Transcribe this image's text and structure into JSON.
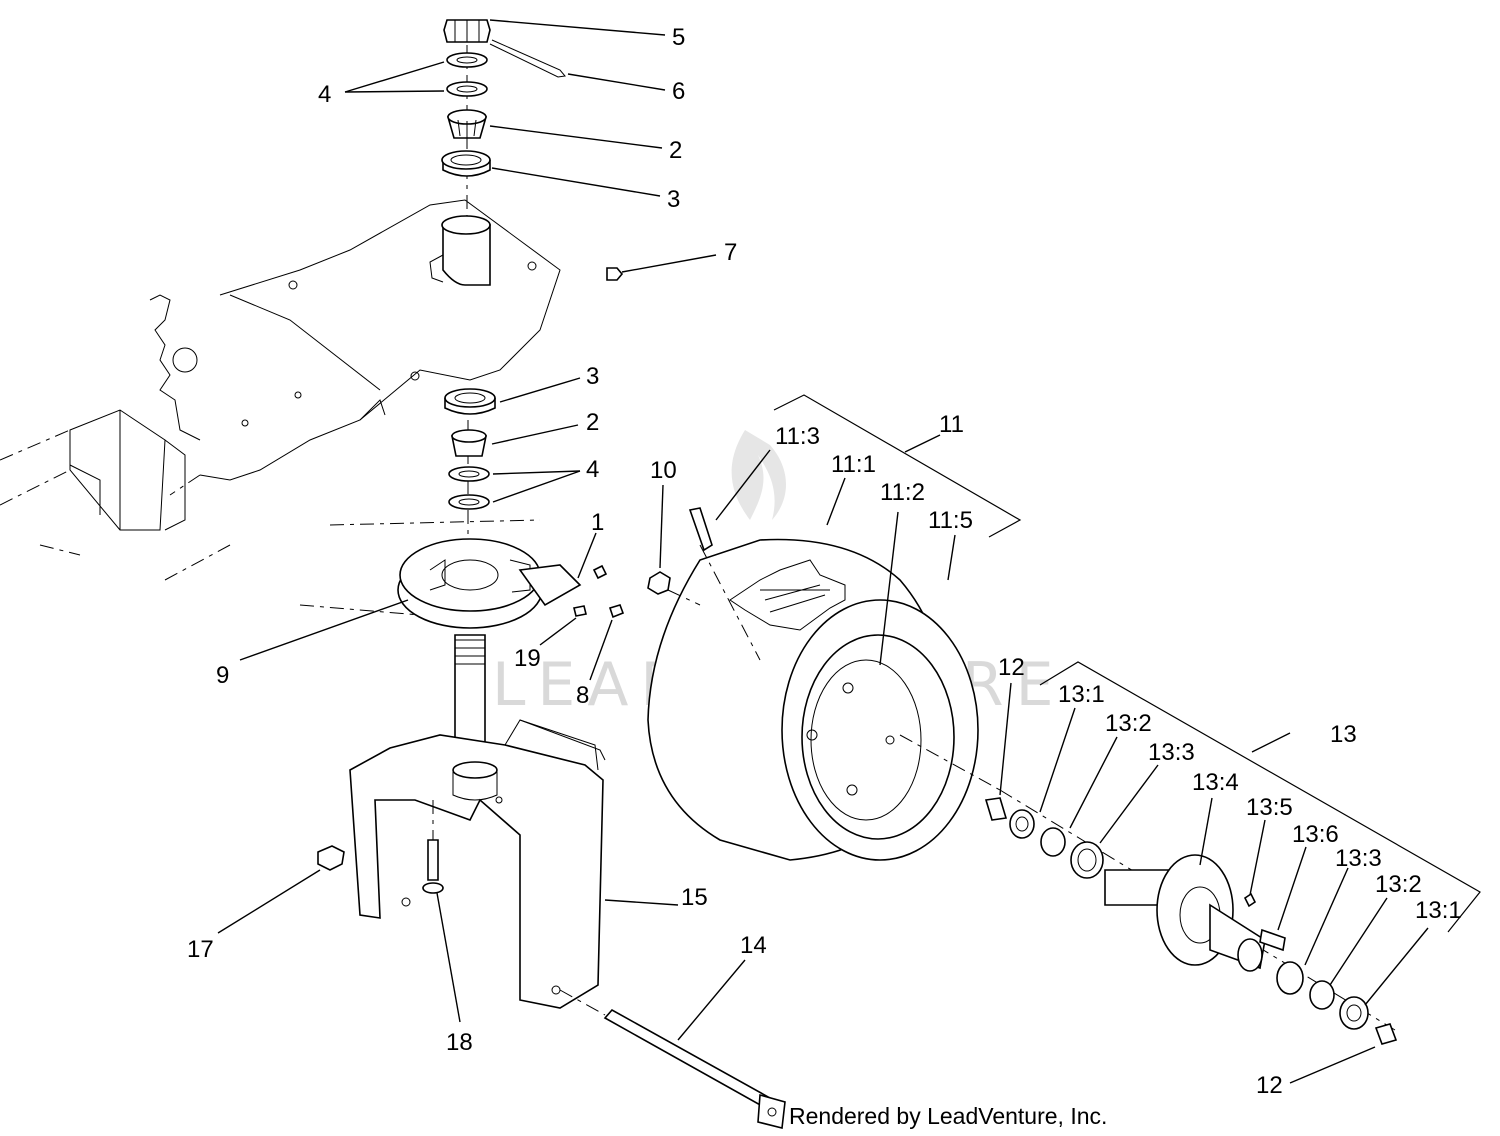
{
  "callouts": {
    "c5": "5",
    "c4a": "4",
    "c6": "6",
    "c2a": "2",
    "c3a": "3",
    "c7": "7",
    "c3b": "3",
    "c2b": "2",
    "c4b": "4",
    "c1": "1",
    "c10": "10",
    "c11_3": "11:3",
    "c11": "11",
    "c11_1": "11:1",
    "c11_2": "11:2",
    "c11_5": "11:5",
    "c9": "9",
    "c19": "19",
    "c8": "8",
    "c12a": "12",
    "c13_1a": "13:1",
    "c13_2a": "13:2",
    "c13": "13",
    "c13_3a": "13:3",
    "c13_4": "13:4",
    "c13_5": "13:5",
    "c13_6": "13:6",
    "c13_3b": "13:3",
    "c13_2b": "13:2",
    "c13_1b": "13:1",
    "c15": "15",
    "c14": "14",
    "c17": "17",
    "c18": "18",
    "c12b": "12"
  },
  "watermark": "LEADVENTURE",
  "credit": "Rendered by LeadVenture, Inc."
}
